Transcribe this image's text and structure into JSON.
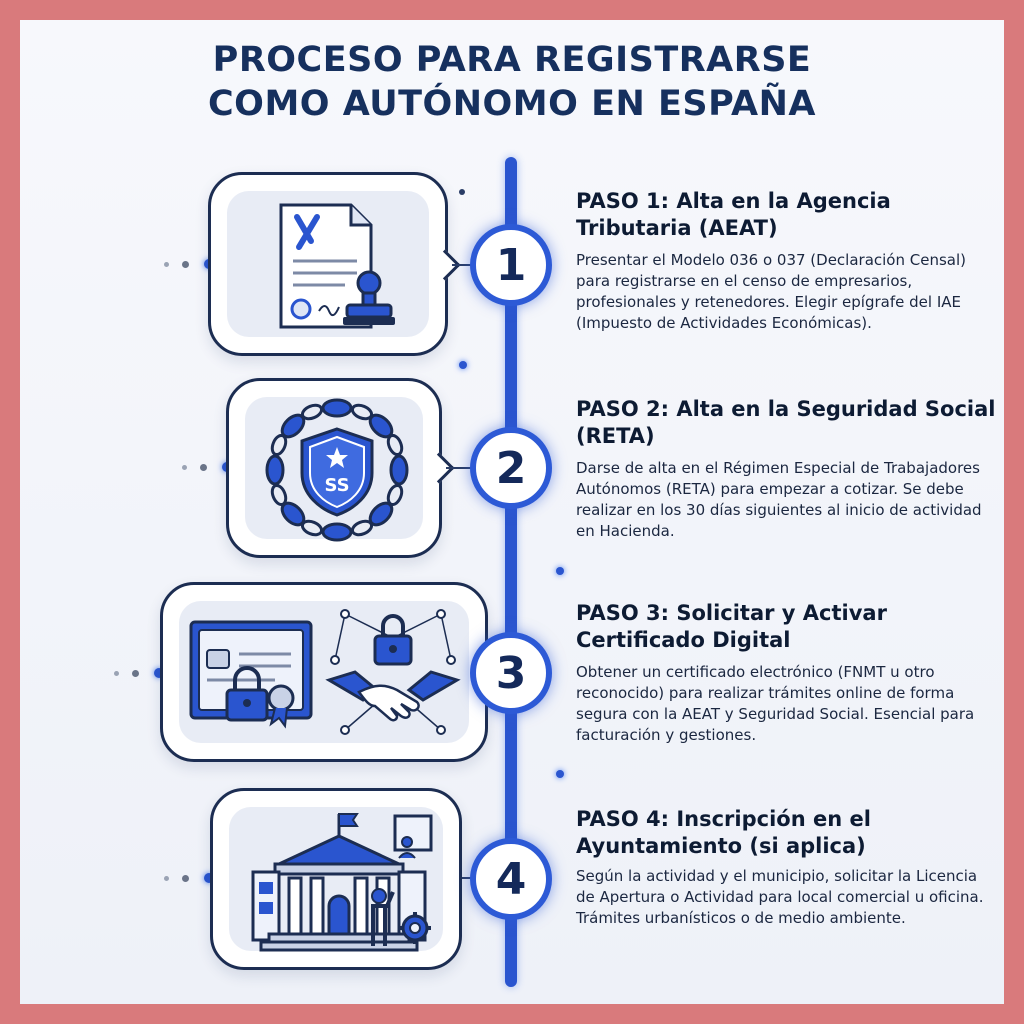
{
  "title_line1": "PROCESO PARA REGISTRARSE",
  "title_line2": "COMO AUTÓNOMO EN ESPAÑA",
  "colors": {
    "accent": "#2a55cf",
    "navy": "#16305e",
    "frame": "#d97a7c"
  },
  "steps": [
    {
      "number": "1",
      "title": "PASO 1: Alta en la Agencia Tributaria (AEAT)",
      "description": "Presentar el Modelo 036 o 037 (Declaración Censal) para registrarse en el censo de empresarios, profesionales y retenedores. Elegir epígrafe del IAE (Impuesto de Actividades Económicas).",
      "icon": "tax-document-stamp-icon"
    },
    {
      "number": "2",
      "title": "PASO 2: Alta en la Seguridad Social (RETA)",
      "description": "Darse de alta en el Régimen Especial de Trabajadores Autónomos (RETA) para empezar a cotizar. Se debe realizar en los 30 días siguientes al inicio de actividad en Hacienda.",
      "icon": "social-security-shield-icon",
      "badge": "SS"
    },
    {
      "number": "3",
      "title": "PASO 3: Solicitar y Activar Certificado Digital",
      "description": "Obtener un certificado electrónico (FNMT u otro reconocido) para realizar trámites online de forma segura con la AEAT y Seguridad Social. Esencial para facturación y gestiones.",
      "icon": "digital-certificate-handshake-icon"
    },
    {
      "number": "4",
      "title": "PASO 4: Inscripción en el Ayuntamiento (si aplica)",
      "description": "Según la actividad y el municipio, solicitar la Licencia de Apertura o Actividad para local comercial u oficina. Trámites urbanísticos o de medio ambiente.",
      "icon": "town-hall-icon"
    }
  ]
}
